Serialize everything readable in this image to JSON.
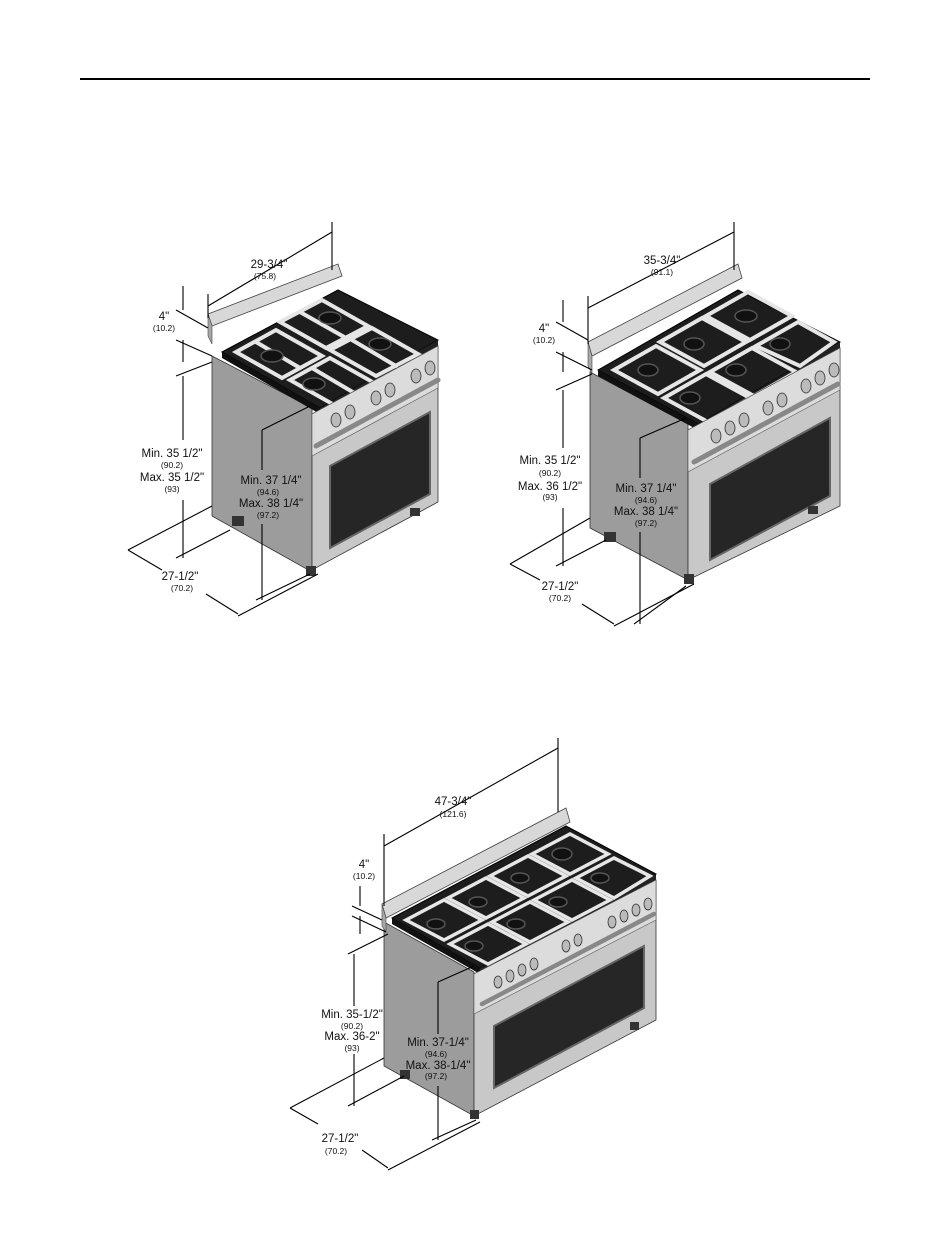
{
  "colors": {
    "steel_side": "#9a9a9a",
    "steel_front": "#c4c4c4",
    "cooktop": "#1c1c1c",
    "grate": "#e2e2e2",
    "oven_window": "#262626",
    "line": "#000000"
  },
  "ranges": [
    {
      "id": "range-30",
      "width": {
        "label": "29-3/4\"",
        "metric": "(75.8)"
      },
      "backguard": {
        "label": "4\"",
        "metric": "(10.2)"
      },
      "side_height": {
        "min_label": "Min. 35 1/2\"",
        "min_metric": "(90.2)",
        "max_label": "Max. 35 1/2\"",
        "max_metric": "(93)"
      },
      "front_height": {
        "min_label": "Min. 37 1/4\"",
        "min_metric": "(94.6)",
        "max_label": "Max. 38 1/4\"",
        "max_metric": "(97.2)"
      },
      "depth": {
        "label": "27-1/2\"",
        "metric": "(70.2)"
      }
    },
    {
      "id": "range-36",
      "width": {
        "label": "35-3/4\"",
        "metric": "(91.1)"
      },
      "backguard": {
        "label": "4\"",
        "metric": "(10.2)"
      },
      "side_height": {
        "min_label": "Min. 35 1/2\"",
        "min_metric": "(90.2)",
        "max_label": "Max. 36 1/2\"",
        "max_metric": "(93)"
      },
      "front_height": {
        "min_label": "Min. 37 1/4\"",
        "min_metric": "(94.6)",
        "max_label": "Max. 38 1/4\"",
        "max_metric": "(97.2)"
      },
      "depth": {
        "label": "27-1/2\"",
        "metric": "(70.2)"
      }
    },
    {
      "id": "range-48",
      "width": {
        "label": "47-3/4\"",
        "metric": "(121.6)"
      },
      "backguard": {
        "label": "4\"",
        "metric": "(10.2)"
      },
      "side_height": {
        "min_label": "Min. 35-1/2\"",
        "min_metric": "(90.2)",
        "max_label": "Max. 36-2\"",
        "max_metric": "(93)"
      },
      "front_height": {
        "min_label": "Min. 37-1/4\"",
        "min_metric": "(94.6)",
        "max_label": "Max. 38-1/4\"",
        "max_metric": "(97.2)"
      },
      "depth": {
        "label": "27-1/2\"",
        "metric": "(70.2)"
      }
    }
  ]
}
